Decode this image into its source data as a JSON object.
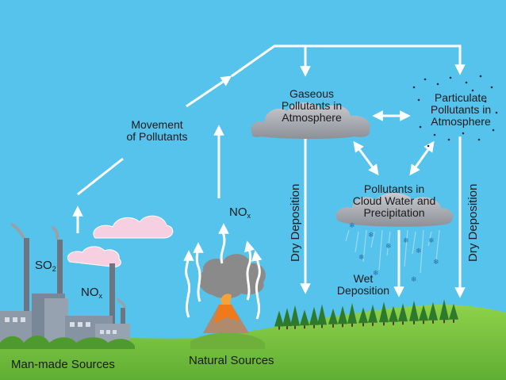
{
  "colors": {
    "sky": "#55c3ec",
    "ground": "#7cc742",
    "cloud_gray": "#a8aab0",
    "cloud_pink": "#f5c8dc",
    "arrow": "#ffffff",
    "smoke": "#8a8a8a",
    "lava": "#f07a1a",
    "tree": "#2f7a2a"
  },
  "labels": {
    "movement": "Movement\nof Pollutants",
    "gaseous": "Gaseous\nPollutants in\nAtmosphere",
    "particulate": "Particulate\nPollutants in\nAtmosphere",
    "cloud_water": "Pollutants in\nCloud Water and\nPrecipitation",
    "wet_deposition": "Wet\nDeposition",
    "dry_deposition_left": "Dry Deposition",
    "dry_deposition_right": "Dry Deposition",
    "so2_main": "SO",
    "so2_sub": "2",
    "nox_factory_main": "NO",
    "nox_factory_sub": "x",
    "nox_volcano_main": "NO",
    "nox_volcano_sub": "x",
    "man_made": "Man-made Sources",
    "natural": "Natural Sources"
  },
  "icons": [
    "factory-icon",
    "volcano-icon",
    "tree-icon",
    "cloud-icon",
    "snowflake-icon",
    "arrow-icon"
  ]
}
